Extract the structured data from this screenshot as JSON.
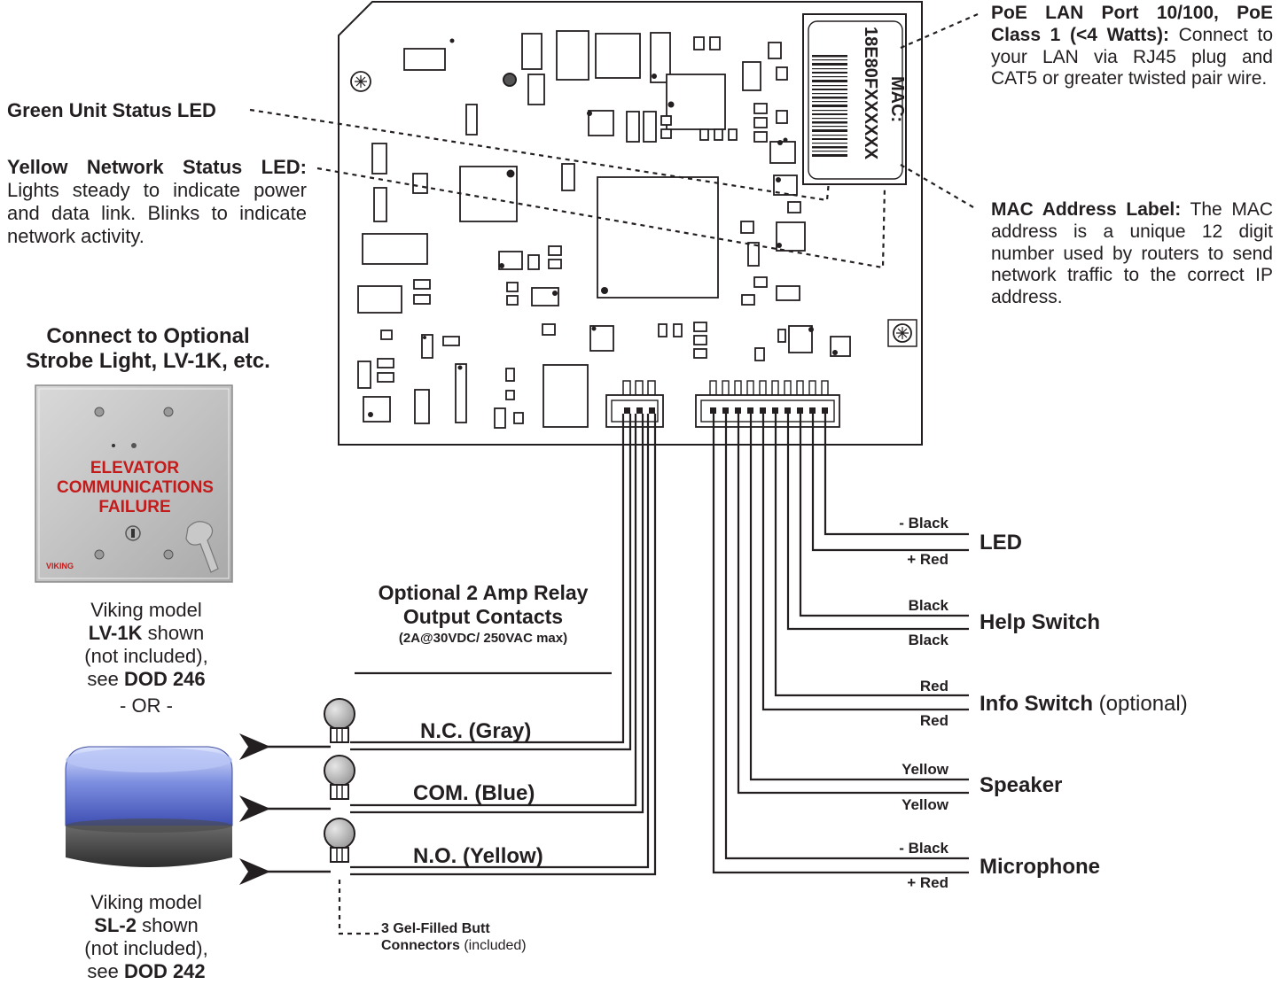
{
  "annotations": {
    "green_led": {
      "title": "Green Unit Status LED"
    },
    "yellow_led": {
      "title": "Yellow Network Status LED:",
      "body": "Lights steady to indicate power and data link. Blinks to indicate network activity."
    },
    "poe": {
      "title": "PoE LAN Port 10/100, PoE Class 1 (<4 Watts):",
      "body": "Connect to your LAN via RJ45 plug and CAT5 or greater twisted pair wire."
    },
    "mac": {
      "title": "MAC Address Label:",
      "body": "The MAC address is a unique 12 digit number used by routers to send network traffic to the correct IP address."
    }
  },
  "mac_label": {
    "line1": "MAC:",
    "line2": "18E80FXXXXXX"
  },
  "strobe": {
    "heading_line1": "Connect to Optional",
    "heading_line2": "Strobe Light, LV-1K, etc."
  },
  "lv1k_panel": {
    "line1": "ELEVATOR",
    "line2": "COMMUNICATIONS",
    "line3": "FAILURE",
    "brand": "VIKING"
  },
  "lv1k_caption": {
    "l1": "Viking model",
    "model": "LV-1K",
    "l2_suffix": " shown",
    "l3": "(not included),",
    "l4_prefix": "see ",
    "dod": "DOD 246"
  },
  "or_text": "- OR -",
  "sl2_caption": {
    "l1": "Viking model",
    "model": "SL-2",
    "l2_suffix": " shown",
    "l3": "(not included),",
    "l4_prefix": "see ",
    "dod": "DOD 242"
  },
  "relay": {
    "title_line1": "Optional 2 Amp Relay",
    "title_line2": "Output Contacts",
    "subtitle": "(2A@30VDC/ 250VAC max)"
  },
  "relay_outputs": [
    {
      "label": "N.C. (Gray)"
    },
    {
      "label": "COM. (Blue)"
    },
    {
      "label": "N.O. (Yellow)"
    }
  ],
  "butt_connectors": {
    "bold": "3 Gel-Filled Butt",
    "bold2": "Connectors",
    "normal": " (included)"
  },
  "connections": [
    {
      "name": "LED",
      "suffix": "",
      "wire_top": "- Black",
      "wire_bottom": "+ Red"
    },
    {
      "name": "Help Switch",
      "suffix": "",
      "wire_top": "Black",
      "wire_bottom": "Black"
    },
    {
      "name": "Info Switch",
      "suffix": " (optional)",
      "wire_top": "Red",
      "wire_bottom": "Red"
    },
    {
      "name": "Speaker",
      "suffix": "",
      "wire_top": "Yellow",
      "wire_bottom": "Yellow"
    },
    {
      "name": "Microphone",
      "suffix": "",
      "wire_top": "- Black",
      "wire_bottom": "+ Red"
    }
  ]
}
